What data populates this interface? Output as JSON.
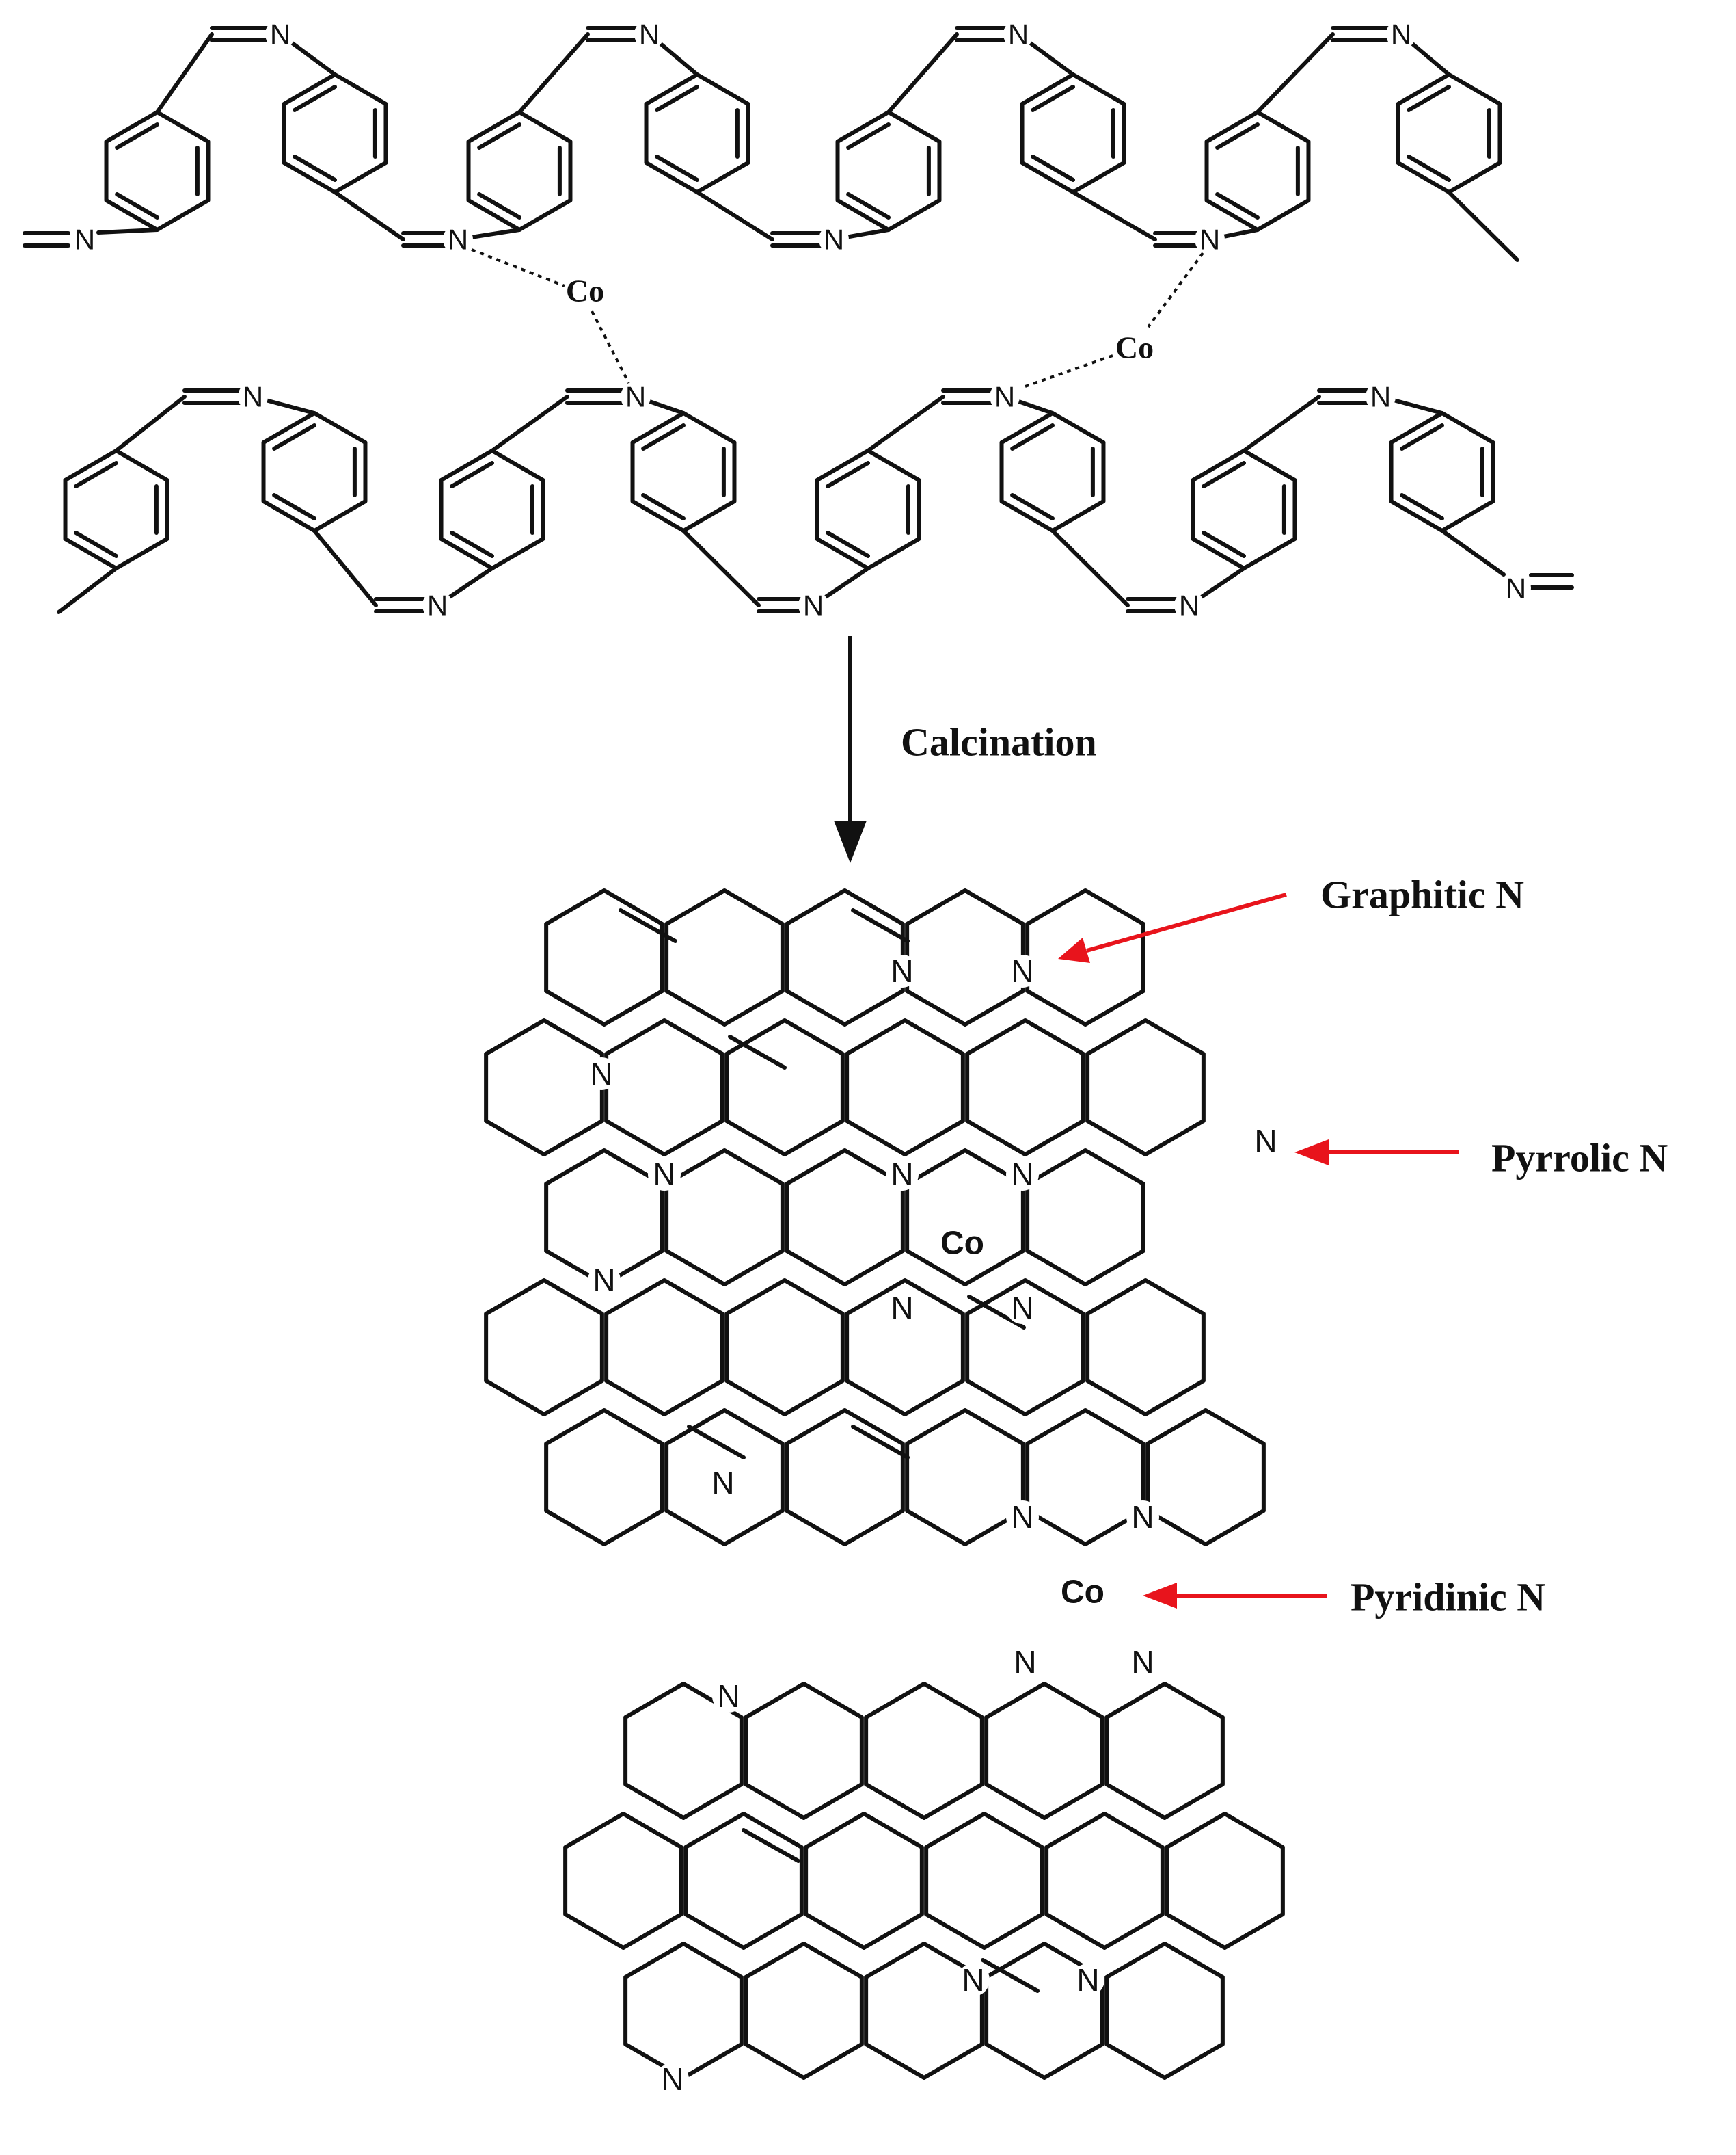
{
  "process_label": "Calcination",
  "site_labels": {
    "graphitic": "Graphitic N",
    "pyrrolic": "Pyrrolic N",
    "pyridinic": "Pyridinic N"
  },
  "atoms": {
    "nitrogen": "N",
    "cobalt": "Co"
  },
  "colors": {
    "bonds": "#111111",
    "annotation_arrows": "#e8141c",
    "background": "#ffffff"
  }
}
